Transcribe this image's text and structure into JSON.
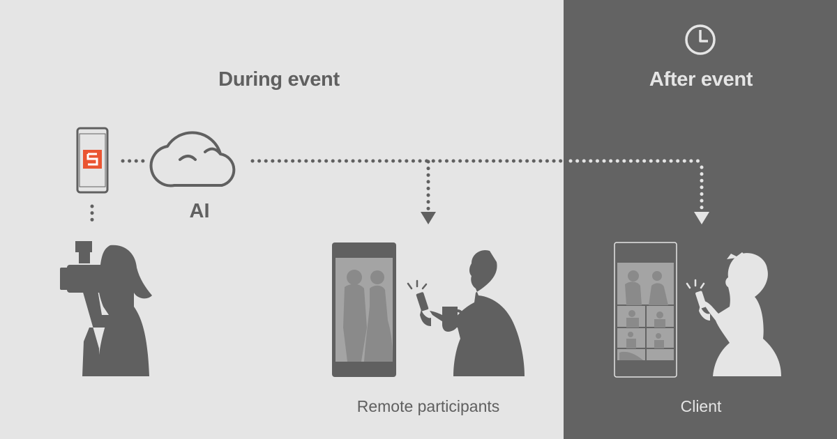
{
  "colors": {
    "left_background": "#e5e5e5",
    "right_background": "#636363",
    "dark_ink": "#606060",
    "light_ink": "#e5e5e5",
    "accent": "#ea5532",
    "photo_gray": "#a4a4a4",
    "photo_figure": "#8a8a8a"
  },
  "headings": {
    "during": "During event",
    "after": "After event"
  },
  "cloud_label": "AI",
  "labels": {
    "remote": "Remote participants",
    "client": "Client"
  },
  "icons": {
    "clock": "clock-icon",
    "cloud": "cloud-icon",
    "app": "s-app-icon",
    "camera": "camera-icon"
  }
}
